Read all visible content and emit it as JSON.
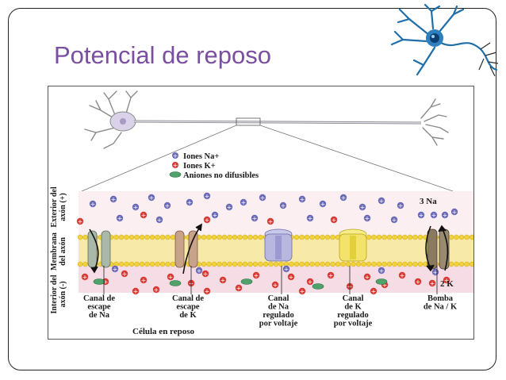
{
  "slide": {
    "title": "Potencial de reposo"
  },
  "icons": {
    "logo": "neuron-logo-icon"
  },
  "diagram": {
    "legend": [
      {
        "symbol": "+",
        "color": "#6a6ab8",
        "label": "Iones Na+"
      },
      {
        "symbol": "+",
        "color": "#d63a32",
        "label": "Iones K+"
      },
      {
        "symbol": "−",
        "color": "#4fa36a",
        "label": "Aniones no difusibles"
      }
    ],
    "side_labels": {
      "exterior": [
        "Exterior del",
        "axón (+)"
      ],
      "membrane": [
        "Membrana",
        "del axón"
      ],
      "interior": [
        "Interior del",
        "axón (-)"
      ]
    },
    "channels": [
      {
        "lines": [
          "Canal de",
          "escape",
          "de Na"
        ]
      },
      {
        "lines": [
          "Canal de",
          "escape",
          "de K"
        ]
      },
      {
        "lines": [
          "Canal",
          "de Na",
          "regulado",
          "por voltaje"
        ]
      },
      {
        "lines": [
          "Canal",
          "de K",
          "regulado",
          "por voltaje"
        ]
      },
      {
        "lines": [
          "Bomba",
          "de Na / K"
        ]
      }
    ],
    "pump_labels": {
      "top": "3 Na",
      "bottom": "2 K"
    },
    "caption": "Célula en reposo",
    "colors": {
      "na_ion": "#6a6ab8",
      "k_ion": "#d63a32",
      "anion": "#4fa36a",
      "membrane_head": "#f2d23a",
      "exterior_bg": "#fbeff2",
      "interior_bg": "#f6dde5"
    }
  }
}
